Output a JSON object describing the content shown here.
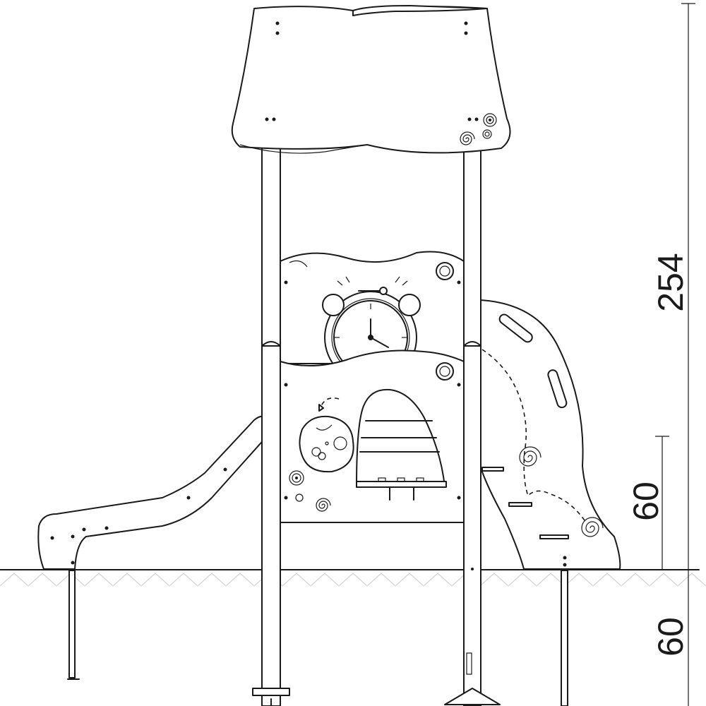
{
  "dimensions": {
    "total_height": "254",
    "platform_height": "60",
    "foundation_depth": "60"
  }
}
